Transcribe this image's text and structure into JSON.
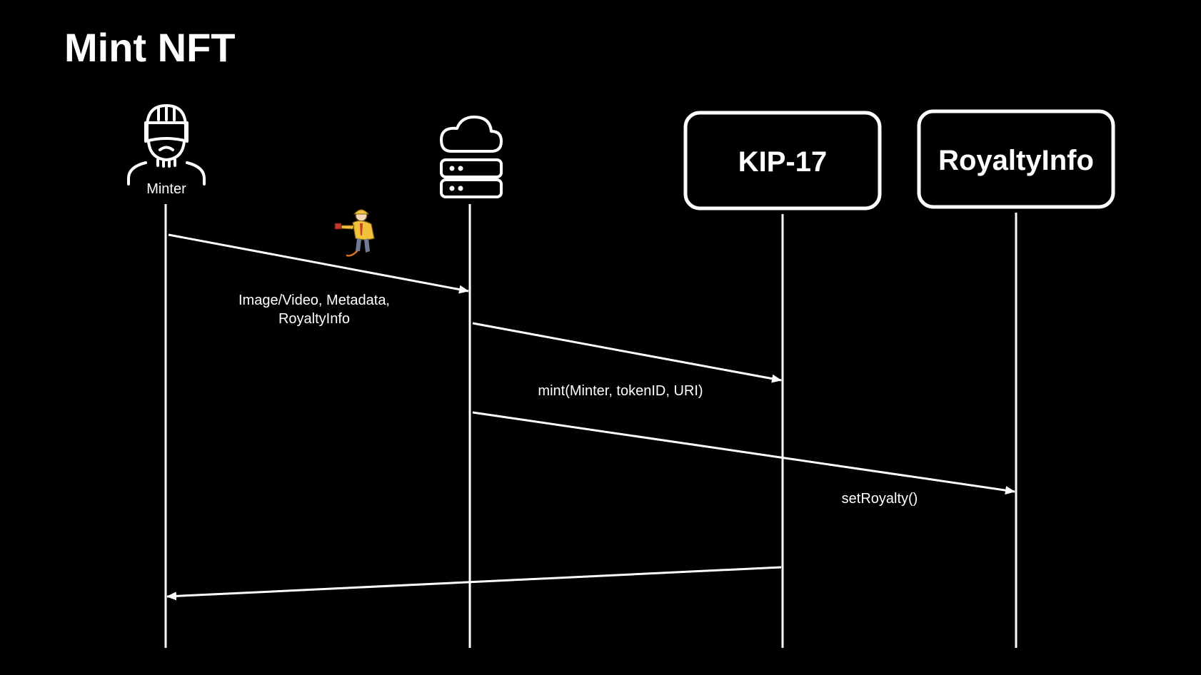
{
  "title": "Mint NFT",
  "participants": {
    "minter": {
      "label": "Minter",
      "icon": "minter-avatar-icon"
    },
    "server": {
      "icon": "cloud-server-icon"
    },
    "kip17": {
      "label": "KIP-17"
    },
    "royalty_info": {
      "label": "RoyaltyInfo"
    }
  },
  "messages": {
    "upload": {
      "line1": "Image/Video, Metadata,",
      "line2": "RoyaltyInfo"
    },
    "mint": {
      "label": "mint(Minter, tokenID, URI)"
    },
    "set_royalty": {
      "label": "setRoyalty()"
    },
    "return": {
      "label": ""
    }
  },
  "colors": {
    "background": "#000000",
    "foreground": "#ffffff",
    "mascot_jacket": "#f2c23a"
  }
}
